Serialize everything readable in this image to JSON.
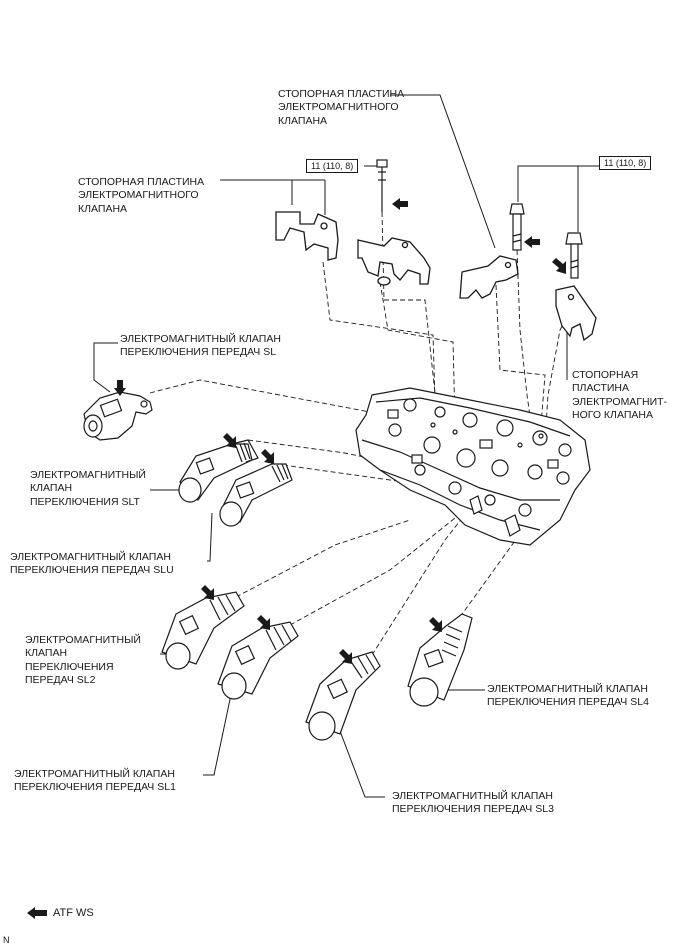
{
  "labels": {
    "plate_top": "СТОПОРНАЯ ПЛАСТИНА\nЭЛЕКТРОМАГНИТНОГО\nКЛАПАНА",
    "plate_left": "СТОПОРНАЯ ПЛАСТИНА\nЭЛЕКТРОМАГНИТНОГО\nКЛАПАНА",
    "plate_right": "СТОПОРНАЯ\nПЛАСТИНА\nЭЛЕКТРОМАГНИТ-\nНОГО КЛАПАНА",
    "valve_sl": "ЭЛЕКТРОМАГНИТНЫЙ КЛАПАН\nПЕРЕКЛЮЧЕНИЯ ПЕРЕДАЧ SL",
    "valve_slt": "ЭЛЕКТРОМАГНИТНЫЙ\nКЛАПАН\nПЕРЕКЛЮЧЕНИЯ SLT",
    "valve_slu": "ЭЛЕКТРОМАГНИТНЫЙ КЛАПАН\nПЕРЕКЛЮЧЕНИЯ ПЕРЕДАЧ SLU",
    "valve_sl2": "ЭЛЕКТРОМАГНИТНЫЙ\nКЛАПАН\nПЕРЕКЛЮЧЕНИЯ\nПЕРЕДАЧ SL2",
    "valve_sl1": "ЭЛЕКТРОМАГНИТНЫЙ КЛАПАН\nПЕРЕКЛЮЧЕНИЯ ПЕРЕДАЧ SL1",
    "valve_sl3": "ЭЛЕКТРОМАГНИТНЫЙ КЛАПАН\nПЕРЕКЛЮЧЕНИЯ ПЕРЕДАЧ SL3",
    "valve_sl4": "ЭЛЕКТРОМАГНИТНЫЙ КЛАПАН\nПЕРЕКЛЮЧЕНИЯ ПЕРЕДАЧ SL4"
  },
  "torque": {
    "left": "11 (110, 8)",
    "right": "11 (110, 8)"
  },
  "legend": {
    "label": "ATF WS",
    "icon": "arrow-left-icon"
  },
  "corner_mark": "N",
  "colors": {
    "ink": "#1a1a1a",
    "arrow": "#1a1a1a"
  }
}
